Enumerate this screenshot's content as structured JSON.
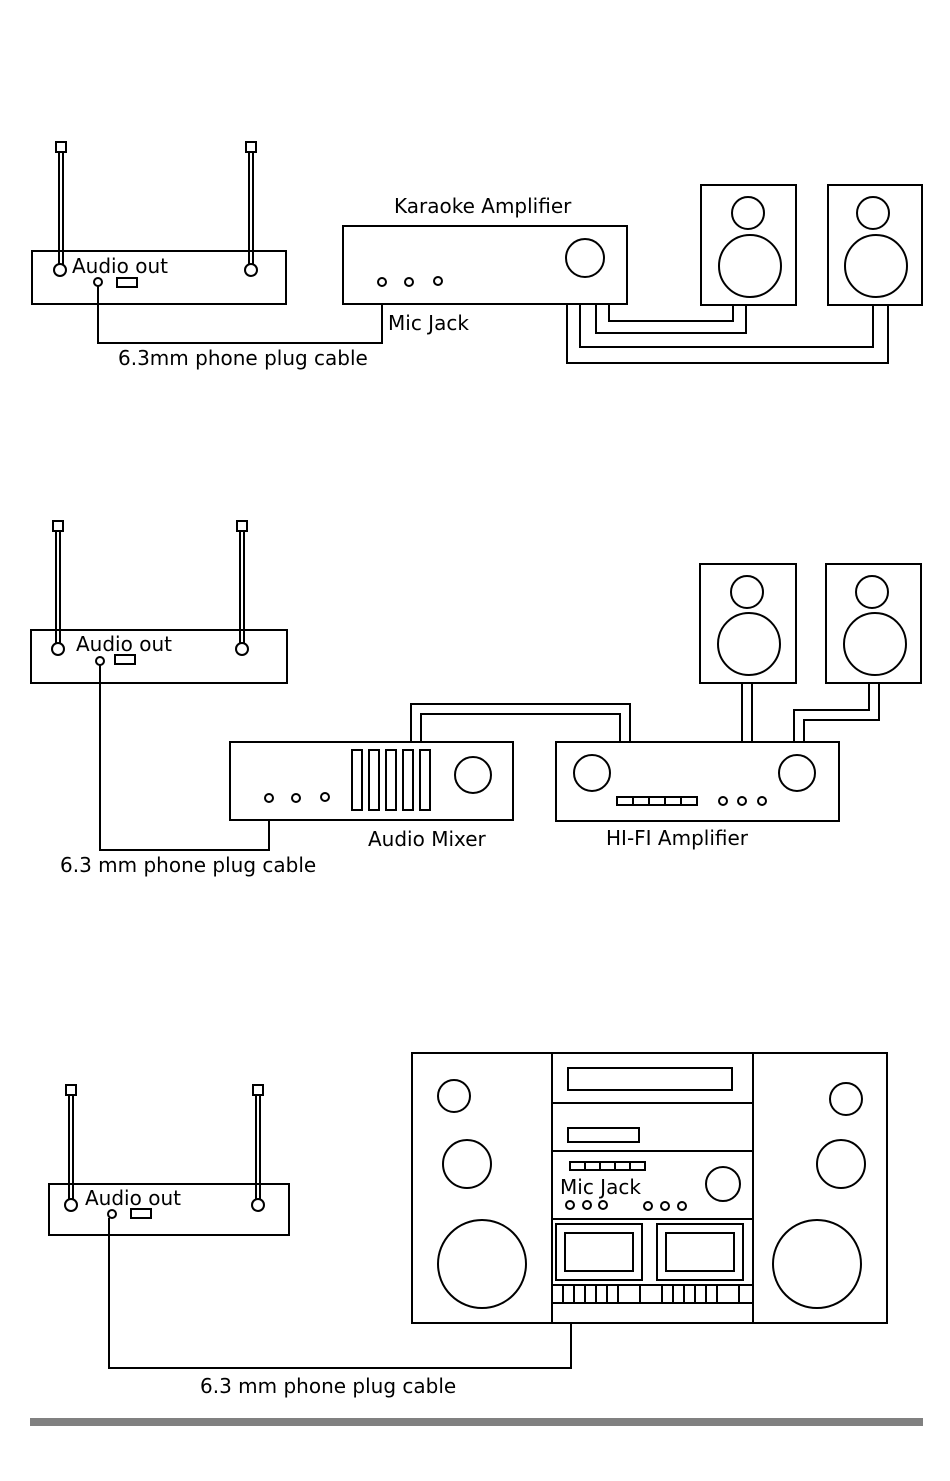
{
  "diagram1": {
    "receiver_label": "Audio out",
    "amplifier_title": "Karaoke Amplifier",
    "jack_label": "Mic Jack",
    "cable_label": "6.3mm phone plug cable"
  },
  "diagram2": {
    "receiver_label": "Audio out",
    "mixer_title": "Audio Mixer",
    "amplifier_title": "HI-FI Amplifier",
    "cable_label": "6.3 mm phone plug cable"
  },
  "diagram3": {
    "receiver_label": "Audio out",
    "jack_label": "Mic Jack",
    "cable_label": "6.3 mm phone plug cable"
  },
  "colors": {
    "line": "#000000",
    "footer_bar": "#808080"
  }
}
